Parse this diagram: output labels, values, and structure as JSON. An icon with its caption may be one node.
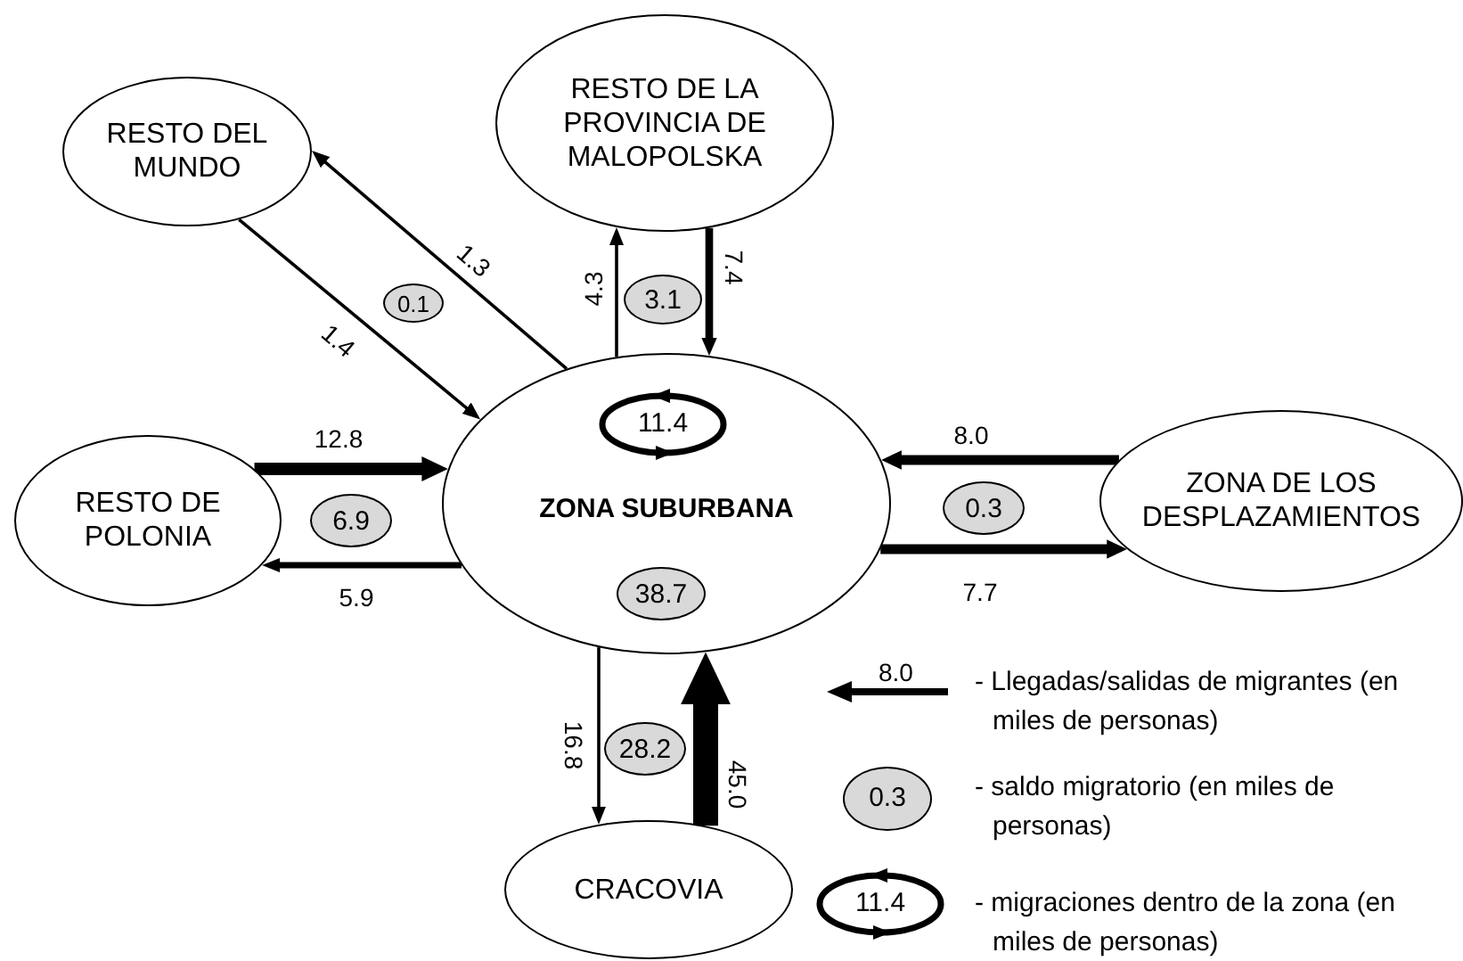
{
  "diagram": {
    "nodes": [
      {
        "text": [
          "RESTO DEL MUNDO"
        ]
      },
      {
        "text": [
          "RESTO DE LA PROVINCIA DE MALOPOLSKA"
        ]
      },
      {
        "text": [
          "RESTO DE POLONIA"
        ]
      },
      {
        "text": [
          "ZONA SUBURBANA"
        ]
      },
      {
        "text": [
          "11.4"
        ],
        "in": 3
      },
      {
        "text": [
          "38.7"
        ],
        "in": 3
      },
      {
        "text": [
          "ZONA DE LOS DESPLAZAMIENTOS"
        ]
      },
      {
        "text": [
          "CRACOVIA"
        ]
      },
      {
        "text": [
          "0.1"
        ]
      },
      {
        "text": [
          "3.1"
        ]
      },
      {
        "text": [
          "6.9"
        ]
      },
      {
        "text": [
          "0.3"
        ]
      },
      {
        "text": [
          "28.2"
        ]
      }
    ],
    "edges": [
      {
        "from": 3,
        "to": 0,
        "arrow": "to",
        "label": "1.3"
      },
      {
        "from": 0,
        "to": 3,
        "arrow": "to",
        "label": "1.4"
      },
      {
        "from": 3,
        "to": 1,
        "arrow": "to",
        "label": "4.3"
      },
      {
        "from": 1,
        "to": 3,
        "arrow": "to",
        "label": "7.4"
      },
      {
        "from": 2,
        "to": 3,
        "arrow": "to",
        "label": "12.8",
        "style": "thick"
      },
      {
        "from": 3,
        "to": 2,
        "arrow": "to",
        "label": "5.9"
      },
      {
        "from": 6,
        "to": 3,
        "arrow": "to",
        "label": "8.0"
      },
      {
        "from": 3,
        "to": 6,
        "arrow": "to",
        "label": "7.7"
      },
      {
        "from": 3,
        "to": 7,
        "arrow": "to",
        "label": "16.8"
      },
      {
        "from": 7,
        "to": 3,
        "arrow": "to",
        "label": "45.0",
        "style": "thick"
      }
    ],
    "labels": [
      "8.0",
      "0.3",
      "11.4"
    ],
    "legend": [
      {
        "text": "- Llegadas/salidas de migrantes (en miles de personas)"
      },
      {
        "text": "- saldo migratorio (en miles de personas)"
      },
      {
        "text": "- migraciones dentro de la zona (en miles de personas)"
      }
    ]
  }
}
